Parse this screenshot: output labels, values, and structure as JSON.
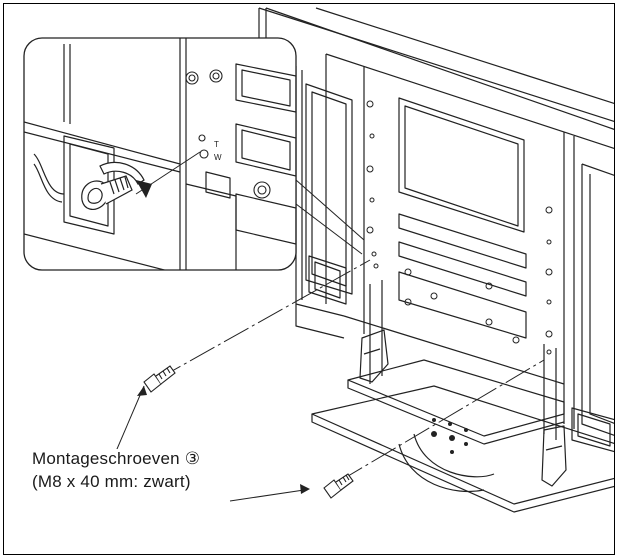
{
  "callout": {
    "line1": "Montageschroeven ③",
    "line2": "(M8 x 40 mm: zwart)"
  },
  "inset_markings": {
    "t": "T",
    "w": "W"
  }
}
